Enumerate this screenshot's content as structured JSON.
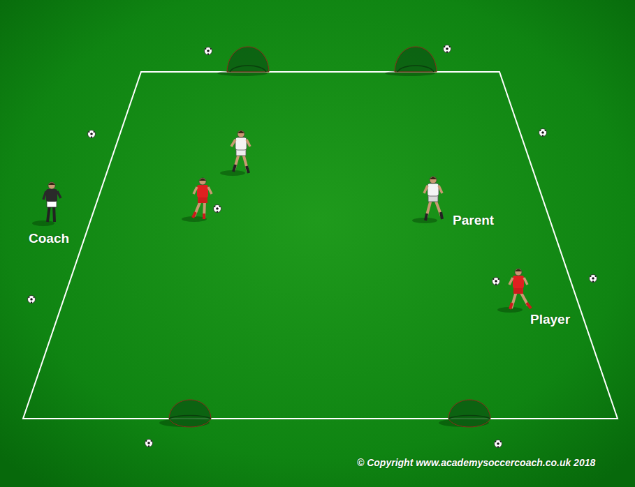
{
  "diagram": {
    "labels": [
      "Coach",
      "Parent",
      "Player",
      "© Copyright www.academysoccercoach.co.uk 2018"
    ]
  }
}
